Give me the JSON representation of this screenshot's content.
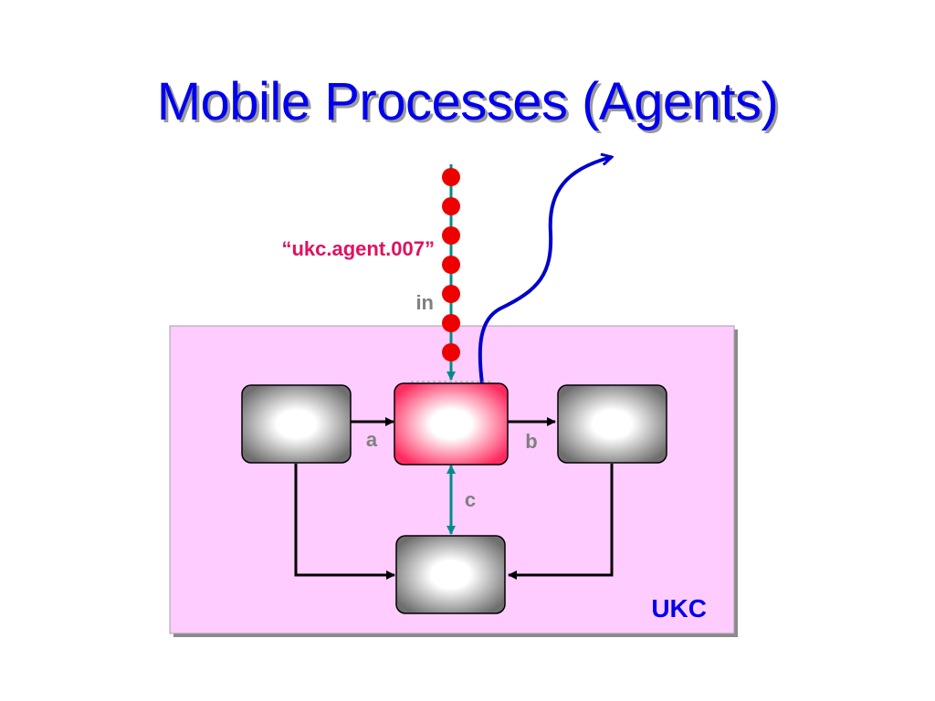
{
  "slide": {
    "title": "Mobile Processes (Agents)"
  },
  "diagram": {
    "channel_name": "“ukc.agent.007”",
    "channel_in_label": "in",
    "channel_a_label": "a",
    "channel_b_label": "b",
    "channel_c_label": "c",
    "network_label": "UKC"
  },
  "colors": {
    "title": "#0000ee",
    "title_shadow": "#9a9a9a",
    "network_fill": "#ffccff",
    "agent_box": "#ff3366",
    "process_box": "#808080",
    "mobile_path": "#0000cc",
    "channel_teal": "#008b8b",
    "token_red": "#ee0000",
    "channel_name_text": "#e0115f",
    "label_grey": "#808080"
  }
}
